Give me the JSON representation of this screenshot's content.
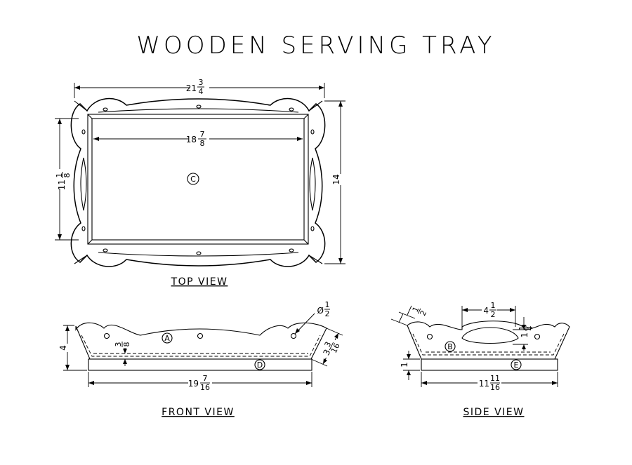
{
  "title": "WOODEN SERVING TRAY",
  "views": {
    "top": {
      "label": "TOP VIEW",
      "part_c": "C",
      "dim_overall_width": {
        "whole": "21",
        "num": "3",
        "den": "4"
      },
      "dim_inner_width": {
        "whole": "18",
        "num": "7",
        "den": "8"
      },
      "dim_inner_height": {
        "whole": "11",
        "num": "1",
        "den": "8"
      },
      "dim_overall_height": "14"
    },
    "front": {
      "label": "FRONT VIEW",
      "part_a": "A",
      "part_d": "D",
      "dim_hole": {
        "prefix": "Ø",
        "num": "1",
        "den": "2"
      },
      "dim_height": "4",
      "dim_offset": {
        "num": "3",
        "den": "8"
      },
      "dim_slope": {
        "whole": "3",
        "num": "3",
        "den": "16"
      },
      "dim_length": {
        "whole": "19",
        "num": "7",
        "den": "16"
      }
    },
    "side": {
      "label": "SIDE VIEW",
      "part_b": "B",
      "part_e": "E",
      "dim_thickness": {
        "num": "1",
        "den": "2"
      },
      "dim_handle_width": {
        "whole": "4",
        "num": "1",
        "den": "2"
      },
      "dim_handle_height": {
        "whole": "1",
        "num": "1",
        "den": "4"
      },
      "dim_base": "1",
      "dim_length": {
        "whole": "11",
        "num": "11",
        "den": "16"
      }
    }
  }
}
